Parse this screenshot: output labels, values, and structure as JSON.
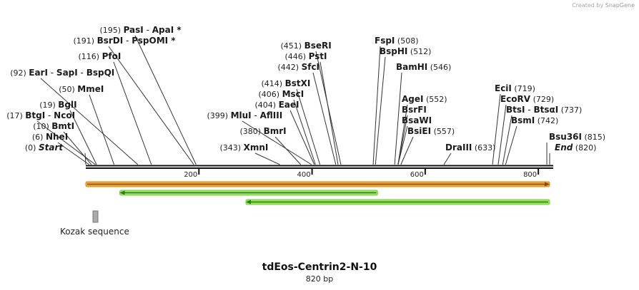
{
  "credit": {
    "prefix": "Created by",
    "brand": "SnapGene"
  },
  "map": {
    "title": "tdEos-Centrin2-N-10",
    "length_label": "820 bp",
    "length": 820,
    "tick_labels": [
      "200",
      "400",
      "600",
      "800"
    ],
    "ticks": [
      200,
      400,
      600,
      800
    ],
    "colors": {
      "orange_feature": "#f2a531",
      "green_feature": "#98e35e",
      "arrow": "#2f7a1d",
      "feature_box": "#999999"
    }
  },
  "sites": [
    {
      "pos": "(0)",
      "label": "Start",
      "italic": true,
      "loc": 0
    },
    {
      "pos": "(6)",
      "label": "NheI",
      "loc": 6
    },
    {
      "pos": "(10)",
      "label": "BmtI",
      "loc": 10
    },
    {
      "pos": "(17)",
      "label": "BtgI - NcoI",
      "loc": 17
    },
    {
      "pos": "(19)",
      "label": "BglI",
      "loc": 19
    },
    {
      "pos": "(50)",
      "label": "MmeI",
      "loc": 50
    },
    {
      "pos": "(92)",
      "label": "EarI - SapI - BspQI",
      "loc": 92
    },
    {
      "pos": "(116)",
      "label": "PfoI",
      "loc": 116
    },
    {
      "pos": "(191)",
      "label": "BsrDI - PspOMI *",
      "loc": 191
    },
    {
      "pos": "(195)",
      "label": "PasI - ApaI *",
      "loc": 195
    },
    {
      "pos": "(343)",
      "label": "XmnI",
      "loc": 343
    },
    {
      "pos": "(380)",
      "label": "BmrI",
      "loc": 380
    },
    {
      "pos": "(399)",
      "label": "MluI - AflIII",
      "loc": 399
    },
    {
      "pos": "(404)",
      "label": "EaeI",
      "loc": 404
    },
    {
      "pos": "(406)",
      "label": "MscI",
      "loc": 406
    },
    {
      "pos": "(414)",
      "label": "BstXI",
      "loc": 414
    },
    {
      "pos": "(442)",
      "label": "SfcI",
      "loc": 442
    },
    {
      "pos": "(446)",
      "label": "PstI",
      "loc": 446
    },
    {
      "pos": "(451)",
      "label": "BseRI",
      "loc": 451
    },
    {
      "pos": "(508)",
      "label": "FspI",
      "loc": 508
    },
    {
      "pos": "(512)",
      "label": "BspHI",
      "loc": 512
    },
    {
      "pos": "(546)",
      "label": "BamHI",
      "loc": 546
    },
    {
      "pos": "(552)",
      "label": "AgeI",
      "loc": 552
    },
    {
      "pos": "",
      "label": "BsrFI",
      "loc": 552
    },
    {
      "pos": "",
      "label": "BsaWI",
      "loc": 552
    },
    {
      "pos": "(557)",
      "label": "BsiEI",
      "loc": 557
    },
    {
      "pos": "(633)",
      "label": "DraIII",
      "loc": 633
    },
    {
      "pos": "(719)",
      "label": "EciI",
      "loc": 719
    },
    {
      "pos": "(729)",
      "label": "EcoRV",
      "loc": 729
    },
    {
      "pos": "(737)",
      "label": "BtsI - BtsαI",
      "loc": 737
    },
    {
      "pos": "(742)",
      "label": "BsmI",
      "loc": 742
    },
    {
      "pos": "(815)",
      "label": "Bsu36I",
      "loc": 815
    },
    {
      "pos": "(820)",
      "label": "End",
      "italic": true,
      "loc": 820
    }
  ],
  "features": [
    {
      "name": "orange-feature",
      "color": "orange",
      "start": 0,
      "end": 820,
      "direction": "forward"
    },
    {
      "name": "green-feature-1",
      "color": "green",
      "start": 60,
      "end": 516,
      "direction": "reverse"
    },
    {
      "name": "green-feature-2",
      "color": "green",
      "start": 283,
      "end": 820,
      "direction": "reverse"
    }
  ],
  "kozak": {
    "label": "Kozak sequence"
  }
}
